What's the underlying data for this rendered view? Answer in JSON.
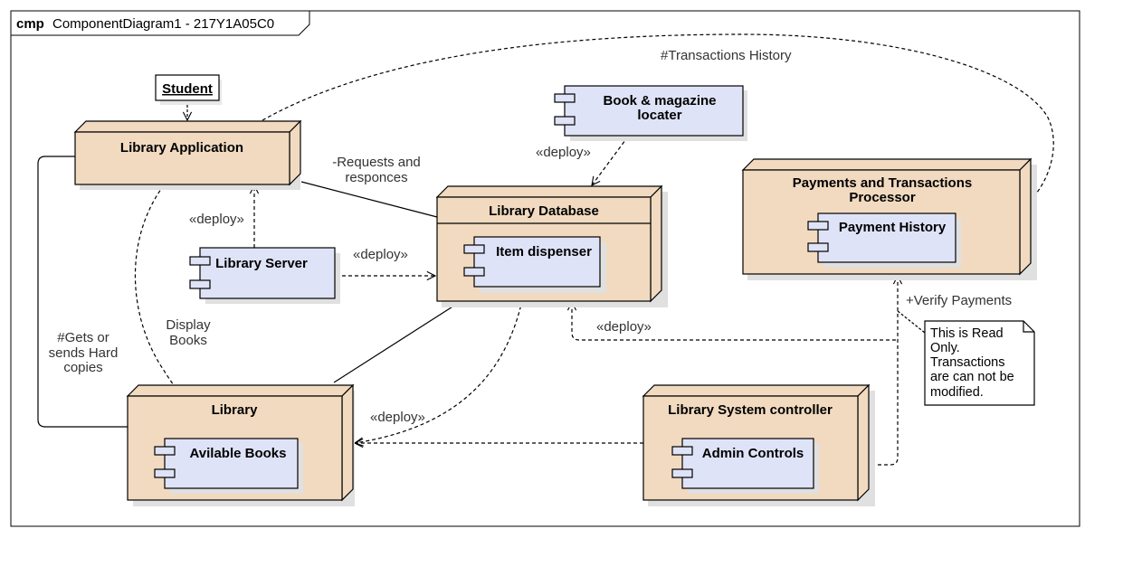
{
  "frame": {
    "keyword": "cmp",
    "title": "ComponentDiagram1 - 217Y1A05C0"
  },
  "colors": {
    "node_fill": "#f1dac0",
    "node_shadow": "#e5c9a8",
    "component_fill": "#dfe3f7",
    "line": "#000000",
    "note_fill": "#ffffff"
  },
  "actor": {
    "name": "Student"
  },
  "nodes": {
    "library_application": {
      "title": "Library Application"
    },
    "library_database": {
      "title": "Library Database"
    },
    "payments_processor": {
      "title_line1": "Payments and Transactions",
      "title_line2": "Processor"
    },
    "library": {
      "title": "Library"
    },
    "system_controller": {
      "title": "Library System controller"
    }
  },
  "components": {
    "book_locater": {
      "line1": "Book & magazine",
      "line2": "locater"
    },
    "library_server": {
      "label": "Library Server"
    },
    "item_dispenser": {
      "label": "Item dispenser"
    },
    "payment_history": {
      "label": "Payment History"
    },
    "available_books": {
      "label": "Avilable Books"
    },
    "admin_controls": {
      "label": "Admin Controls"
    }
  },
  "edge_labels": {
    "transactions_history": "#Transactions History",
    "requests_line1": "-Requests and",
    "requests_line2": "responces",
    "deploy_locater": "«deploy»",
    "deploy_server_app": "«deploy»",
    "deploy_server_db": "«deploy»",
    "display_line1": "Display",
    "display_line2": "Books",
    "hard_line1": "#Gets or",
    "hard_line2": "sends Hard",
    "hard_line3": "copies",
    "deploy_admin_db": "«deploy»",
    "deploy_library": "«deploy»",
    "verify_payments": "+Verify Payments"
  },
  "note": {
    "line1": "This is Read",
    "line2": "Only.",
    "line3": "Transactions",
    "line4": "are can not be",
    "line5": "modified."
  }
}
